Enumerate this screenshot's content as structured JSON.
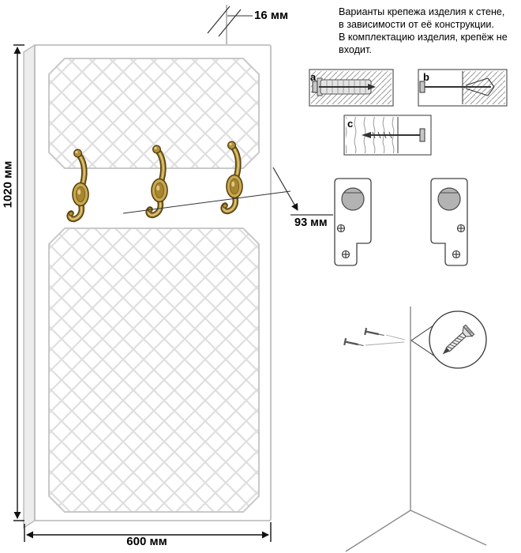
{
  "sheet": {
    "note_lines": [
      "Варианты крепежа изделия к стене,",
      "в зависимости от её конструкции.",
      "В комплектацию изделия, крепёж не",
      "входит."
    ],
    "dimensions": {
      "height": "1020 мм",
      "width": "600 мм",
      "thickness": "16 мм",
      "hook_offset": "93 мм"
    },
    "fastener_labels": {
      "a": "a",
      "b": "b",
      "c": "c"
    },
    "panel": {
      "hook_count": 3
    },
    "colors": {
      "hook_bronze": "#b2913d",
      "hook_bronze_dark": "#57430f",
      "hook_bronze_light": "#e6cf8a",
      "panel_outline": "#b5b5b5",
      "pattern_line": "#dfdfdf",
      "dimension_line": "#111111"
    }
  }
}
